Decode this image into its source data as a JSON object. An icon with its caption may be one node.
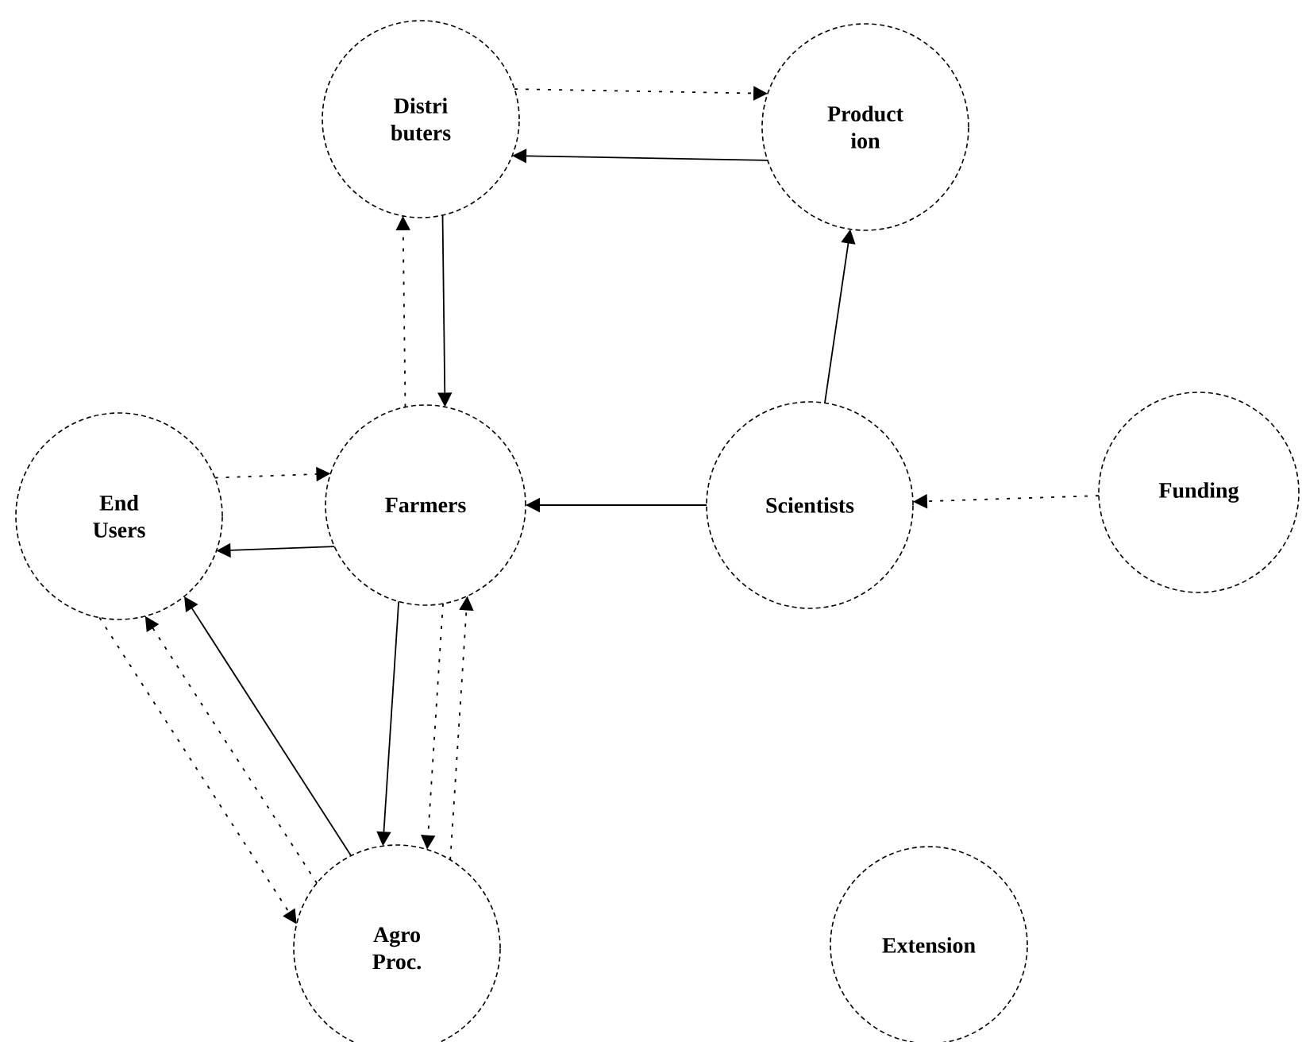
{
  "diagram": {
    "nodes": [
      {
        "text": [
          "Distri buters"
        ]
      },
      {
        "text": [
          "Product ion"
        ]
      },
      {
        "text": [
          "End Users"
        ]
      },
      {
        "text": [
          "Farmers"
        ]
      },
      {
        "text": [
          "Scientists"
        ]
      },
      {
        "text": [
          "Funding"
        ]
      },
      {
        "text": [
          "Agro Proc."
        ]
      },
      {
        "text": [
          "Extension"
        ]
      }
    ],
    "edges": [
      {
        "from": 0,
        "to": 1,
        "arrow": "to",
        "style": "dashed"
      },
      {
        "from": 1,
        "to": 0,
        "arrow": "to"
      },
      {
        "from": 3,
        "to": 0,
        "arrow": "to",
        "style": "dashed"
      },
      {
        "from": 0,
        "to": 3,
        "arrow": "to"
      },
      {
        "from": 2,
        "to": 3,
        "arrow": "to",
        "style": "dashed"
      },
      {
        "from": 3,
        "to": 2,
        "arrow": "to"
      },
      {
        "from": 4,
        "to": 3,
        "arrow": "to"
      },
      {
        "from": 4,
        "to": 1,
        "arrow": "to"
      },
      {
        "from": 5,
        "to": 4,
        "arrow": "to",
        "style": "dashed"
      },
      {
        "from": 3,
        "to": 6,
        "arrow": "to"
      },
      {
        "from": 6,
        "to": 3,
        "arrow": "to",
        "style": "dashed"
      },
      {
        "from": 3,
        "to": 6,
        "arrow": "to",
        "style": "dashed"
      },
      {
        "from": 2,
        "to": 6,
        "arrow": "to",
        "style": "dashed"
      },
      {
        "from": 6,
        "to": 2,
        "arrow": "to",
        "style": "dashed"
      },
      {
        "from": 6,
        "to": 2,
        "arrow": "to"
      }
    ]
  }
}
